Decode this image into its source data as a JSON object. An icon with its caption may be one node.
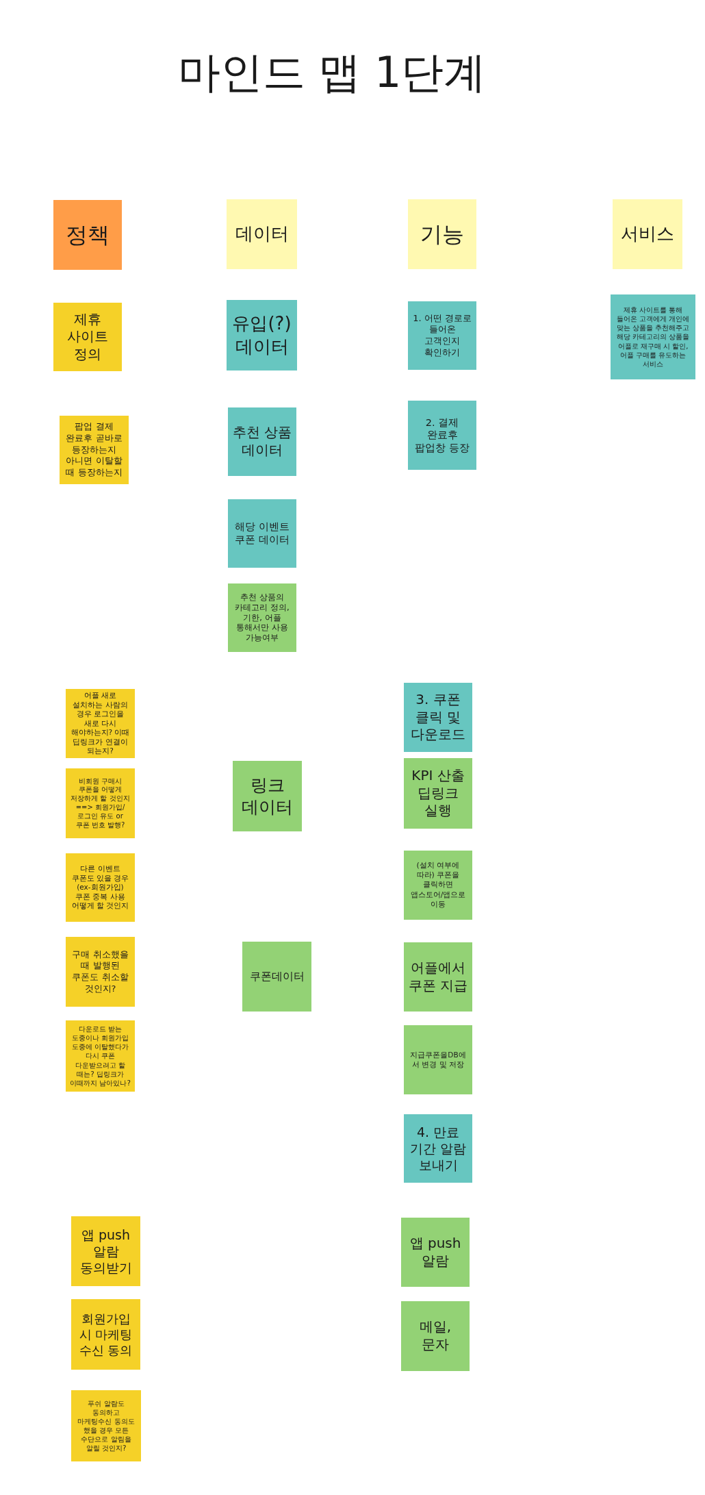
{
  "diagram": {
    "title": "마인드 맵 1단계",
    "nodes": [
      {
        "text": [
          "정책"
        ]
      },
      {
        "text": [
          "제휴 사이트 정의"
        ]
      },
      {
        "text": [
          "팝업 결제 완료후 곧바로 등장하는지 아니면 이탈할 때 등장하는지"
        ]
      },
      {
        "text": [
          "어플 새로 설치하는 사람의 경우 로그인을 새로 다시 해야하는지? 이때 딥링크가 연결이 되는지?"
        ]
      },
      {
        "text": [
          "비회원 구매시 쿠폰을 어떻게 저장하게 할 것인지 ==> 회원가입/로그인 유도 or 쿠폰 번호 발행?"
        ]
      },
      {
        "text": [
          "다른 이벤트 쿠폰도 있을 경우(ex-회원가입) 쿠폰 중복 사용 어떻게 할 것인지"
        ]
      },
      {
        "text": [
          "구매 취소했을 때 발행된 쿠폰도 취소할 것인지?"
        ]
      },
      {
        "text": [
          "다운로드 받는 도중이나 회원가입 도중에 이탈했다가 다시 쿠폰 다운받으려고 할 때는? 딥링크가 이때까지 남아있나?"
        ]
      },
      {
        "text": [
          "앱 push 알람 동의받기"
        ]
      },
      {
        "text": [
          "회원가입 시 마케팅 수신 동의"
        ]
      },
      {
        "text": [
          "푸쉬 알람도 동의하고 마케팅수신 동의도 했을 경우 모든 수단으로 알림을 알릴 것인지?"
        ]
      },
      {
        "text": [
          "데이터"
        ]
      },
      {
        "text": [
          "유입(?) 데이터"
        ]
      },
      {
        "text": [
          "추천 상품 데이터"
        ]
      },
      {
        "text": [
          "해당 이벤트 쿠폰 데이터"
        ]
      },
      {
        "text": [
          "추천 상품의 카테고리 정의, 기한, 어플 통해서만 사용 가능여부"
        ]
      },
      {
        "text": [
          "링크 데이터"
        ]
      },
      {
        "text": [
          "쿠폰데이터"
        ]
      },
      {
        "text": [
          "기능"
        ]
      },
      {
        "text": [
          "1. 어떤 경로로 들어온 고객인지 확인하기"
        ]
      },
      {
        "text": [
          "2. 결제 완료후 팝업창 등장"
        ]
      },
      {
        "text": [
          "3. 쿠폰 클릭 및 다운로드"
        ]
      },
      {
        "text": [
          "KPI 산출 딥링크 실행"
        ]
      },
      {
        "text": [
          "(설치 여부에 따라) 쿠폰을 클릭하면 앱스토어/앱으로 이동"
        ]
      },
      {
        "text": [
          "어플에서 쿠폰 지급"
        ]
      },
      {
        "text": [
          "지급쿠폰을DB에서 변경 및 저장"
        ]
      },
      {
        "text": [
          "4. 만료 기간 알람 보내기"
        ]
      },
      {
        "text": [
          "앱 push 알람"
        ]
      },
      {
        "text": [
          "메일, 문자"
        ]
      },
      {
        "text": [
          "서비스"
        ]
      },
      {
        "text": [
          "제휴 사이트를 통해 들어온 고객에게 개인에 맞는 상품을 추천해주고 해당 카테고리의 상품을 어플로 재구매 시 할인, 어플 구매를 유도하는 서비스"
        ]
      }
    ]
  }
}
